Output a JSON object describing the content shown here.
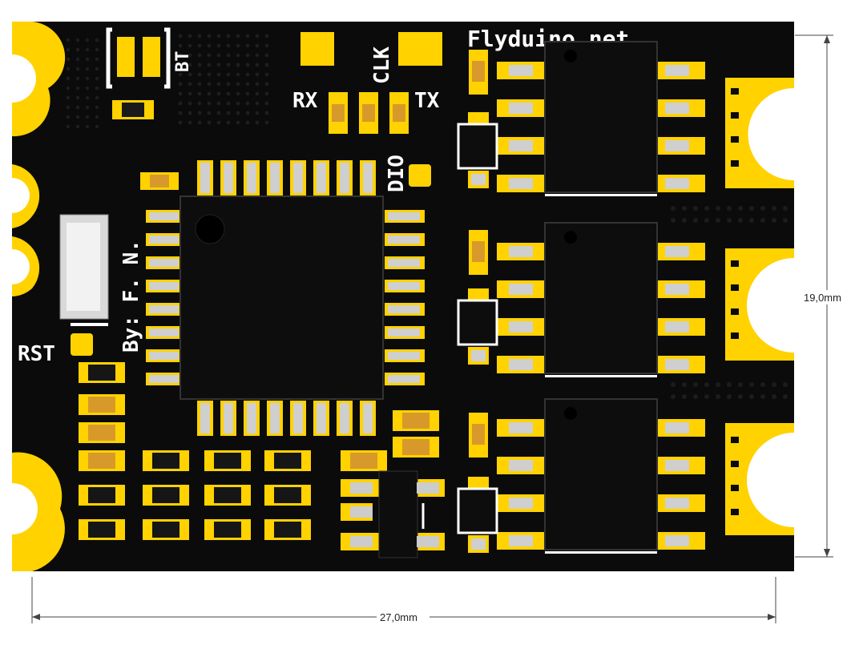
{
  "board": {
    "silkscreen": {
      "brand": "Flyduino.net",
      "author": "By: F. N.",
      "bt": "BT",
      "clk": "CLK",
      "rx": "RX",
      "tx": "TX",
      "dio": "DIO",
      "rst": "RST"
    },
    "colors": {
      "pcb": "#0b0b0b",
      "copper": "#ffd200",
      "ic": "#0d0d0d",
      "silk": "#ffffff",
      "smd_body": "#d79a2a"
    }
  },
  "dimensions": {
    "width_label": "27,0mm",
    "height_label": "19,0mm"
  }
}
